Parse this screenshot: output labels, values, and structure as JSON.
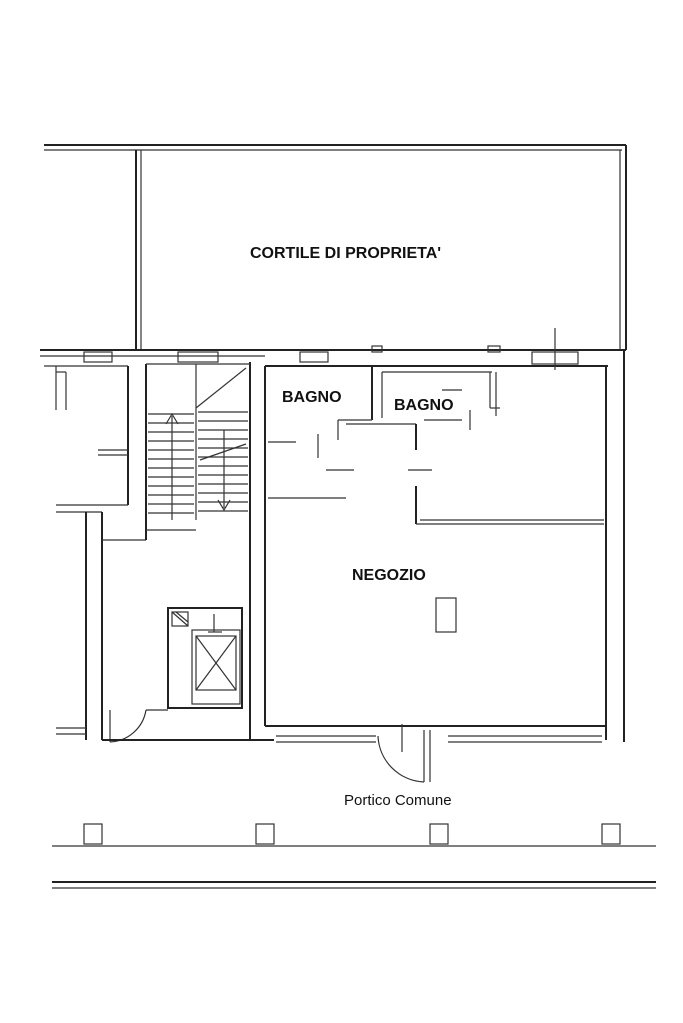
{
  "labels": {
    "courtyard": "CORTILE DI PROPRIETA'",
    "bathroom_1": "BAGNO",
    "bathroom_2": "BAGNO",
    "shop": "NEGOZIO",
    "portico": "Portico Comune"
  },
  "colors": {
    "line": "#222222",
    "background": "#ffffff"
  }
}
